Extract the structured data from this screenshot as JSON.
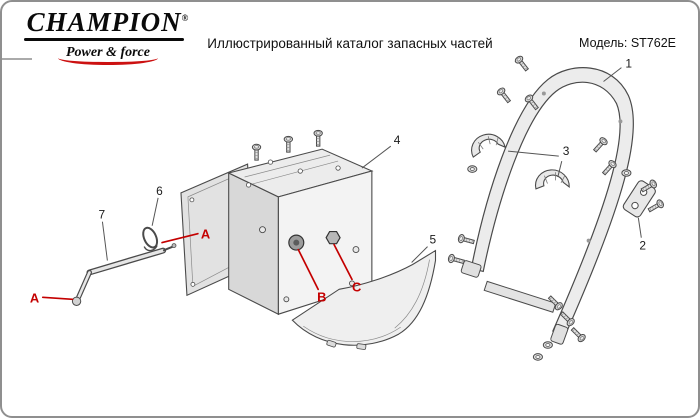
{
  "page": {
    "title": "Иллюстрированный каталог запасных частей",
    "model": "Модель: ST762E"
  },
  "logo": {
    "brand": "CHAMPION",
    "registered": "®",
    "tagline": "Power & force"
  },
  "diagram": {
    "callouts": {
      "n1": "1",
      "n2": "2",
      "n3": "3",
      "n4": "4",
      "n5": "5",
      "n6": "6",
      "n7": "7"
    },
    "points": {
      "a_left": "A",
      "a_mid": "A",
      "b": "B",
      "c": "C"
    },
    "colors": {
      "line": "#4a4a4a",
      "label_red": "#c40000"
    }
  }
}
